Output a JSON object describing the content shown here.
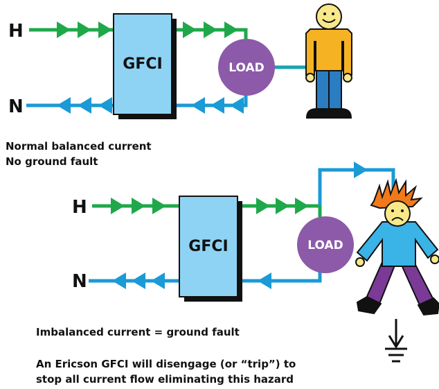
{
  "panel_normal": {
    "hot_label": "H",
    "neutral_label": "N",
    "device_label": "GFCI",
    "load_label": "LOAD",
    "caption_line1": "Normal balanced current",
    "caption_line2": "No ground fault"
  },
  "panel_fault": {
    "hot_label": "H",
    "neutral_label": "N",
    "device_label": "GFCI",
    "load_label": "LOAD",
    "caption_main": "Imbalanced current = ground fault",
    "caption_line1": "An Ericson GFCI will disengage (or “trip”) to",
    "caption_line2": "stop all current flow eliminating this hazard"
  },
  "colors": {
    "hot_wire": "#1fa84a",
    "neutral_wire": "#1a9ad6",
    "gfci_box": "#8fd3f4",
    "load_circle": "#8c5aa8",
    "person_shirt_normal": "#f5b324",
    "person_pants_normal": "#2a7dc1",
    "person_shirt_fault": "#3ab3e6",
    "person_pants_fault": "#7a3a96",
    "skin": "#f8e88a"
  }
}
